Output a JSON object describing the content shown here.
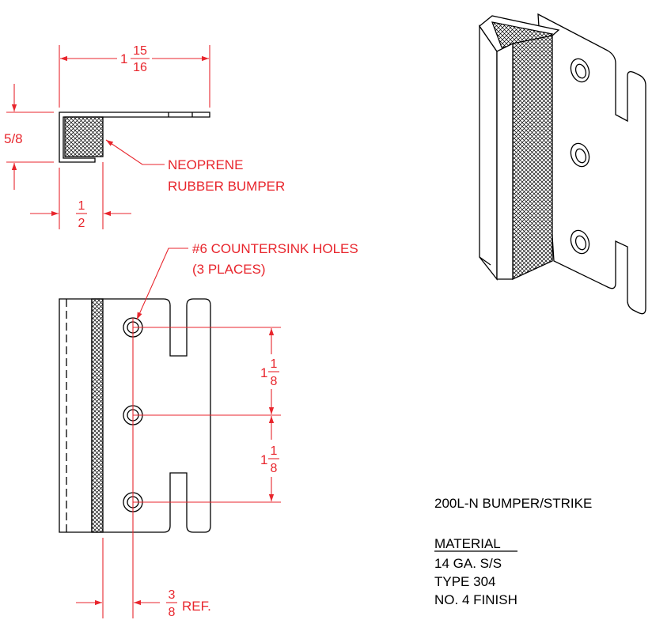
{
  "colors": {
    "dimension": "#e8262d",
    "object": "#000000",
    "background": "#ffffff"
  },
  "top_view": {
    "width_dim": {
      "whole": "1",
      "num": "15",
      "den": "16"
    },
    "height_dim": "5/8",
    "depth_dim": {
      "num": "1",
      "den": "2"
    },
    "callout_line1": "NEOPRENE",
    "callout_line2": "RUBBER BUMPER"
  },
  "front_view": {
    "holes_line1": "#6 COUNTERSINK HOLES",
    "holes_line2": "(3 PLACES)",
    "spacing_1": {
      "whole": "1",
      "num": "1",
      "den": "8"
    },
    "spacing_2": {
      "whole": "1",
      "num": "1",
      "den": "8"
    },
    "offset": {
      "num": "3",
      "den": "8",
      "suffix": "REF."
    }
  },
  "notes": {
    "part_name": "200L-N BUMPER/STRIKE",
    "material_heading": "MATERIAL",
    "material_lines": [
      "14 GA. S/S",
      "TYPE 304",
      "NO. 4 FINISH"
    ]
  }
}
